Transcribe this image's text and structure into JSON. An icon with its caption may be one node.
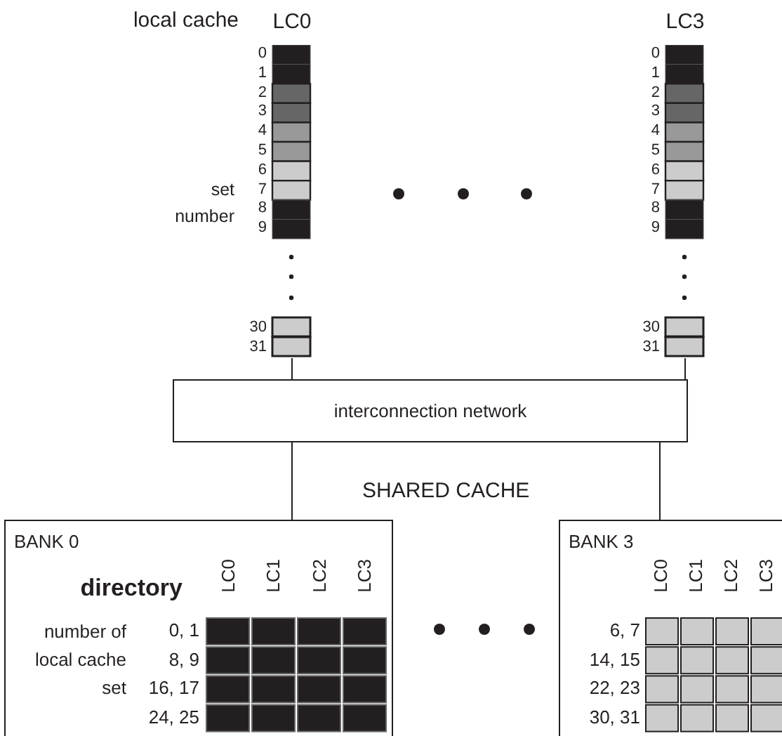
{
  "diagram": {
    "nodes": [
      {
        "text": [
          "LC0"
        ]
      },
      {
        "text": [
          "LC3"
        ]
      },
      {
        "text": [
          "interconnection network"
        ]
      },
      {
        "text": [
          "BANK 0"
        ]
      },
      {
        "text": [
          "BANK 3"
        ]
      }
    ],
    "edges": [
      {
        "from": 0,
        "to": 2,
        "arrow": "none"
      },
      {
        "from": 1,
        "to": 2,
        "arrow": "none"
      },
      {
        "from": 2,
        "to": 3,
        "arrow": "none"
      },
      {
        "from": 2,
        "to": 4,
        "arrow": "none"
      }
    ],
    "labels": [
      "local cache",
      "0",
      "1",
      "2",
      "3",
      "4",
      "5",
      "6",
      "7",
      "8",
      "9",
      "set number",
      "30",
      "31",
      "0",
      "1",
      "2",
      "3",
      "4",
      "5",
      "6",
      "7",
      "8",
      "9",
      "30",
      "31",
      "SHARED CACHE",
      "directory",
      "LC0",
      "LC1",
      "LC2",
      "LC3",
      "number of local cache set",
      "0, 1",
      "8, 9",
      "16, 17",
      "24, 25",
      "LC0",
      "LC1",
      "LC2",
      "LC3",
      "6, 7",
      "14, 15",
      "22, 23",
      "30, 31"
    ]
  }
}
